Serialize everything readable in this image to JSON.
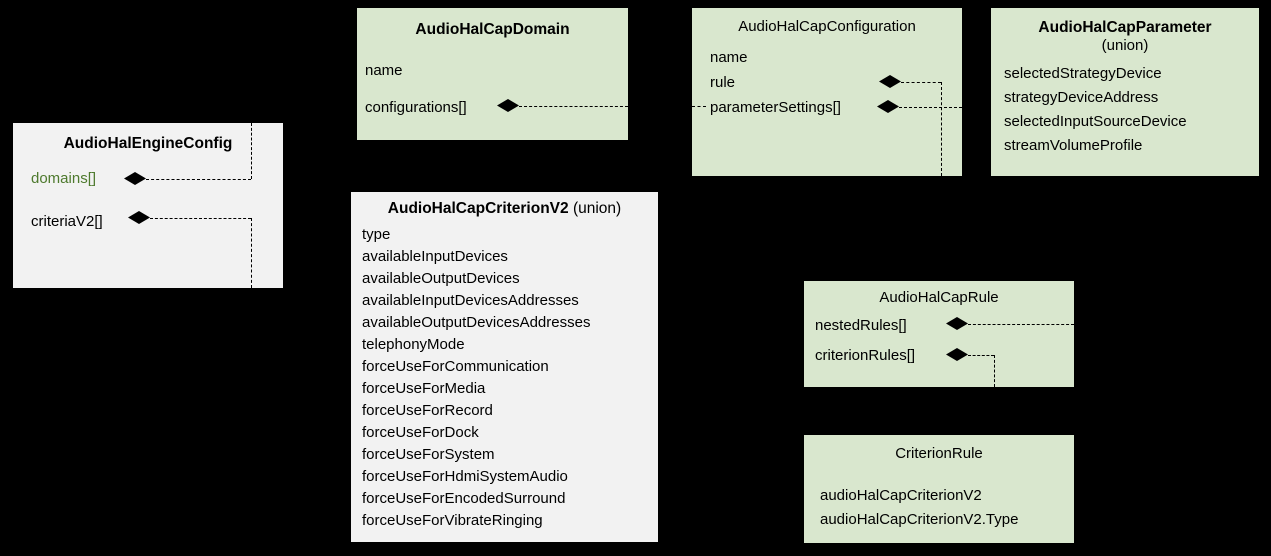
{
  "diagram": {
    "background_color": "#000000",
    "box_gray_color": "#f2f2f2",
    "box_green_color": "#d9e7ce",
    "accent_green_text": "#4e7a2e",
    "line_style": "dashed",
    "relationship_marker": "filled-diamond-composition"
  },
  "boxes": {
    "engine_config": {
      "title": "AudioHalEngineConfig",
      "fields": [
        {
          "label": "domains[]",
          "color": "#4e7a2e",
          "has_diamond": true
        },
        {
          "label": "criteriaV2[]",
          "color": "#000000",
          "has_diamond": true
        }
      ]
    },
    "cap_domain": {
      "title": "AudioHalCapDomain",
      "fields": [
        {
          "label": "name",
          "has_diamond": false
        },
        {
          "label": "configurations[]",
          "has_diamond": true
        }
      ]
    },
    "cap_configuration": {
      "title": "AudioHalCapConfiguration",
      "fields": [
        {
          "label": "name",
          "has_diamond": false
        },
        {
          "label": "rule",
          "has_diamond": true
        },
        {
          "label": "parameterSettings[]",
          "has_diamond": true
        }
      ]
    },
    "cap_parameter": {
      "title": "AudioHalCapParameter",
      "subtitle": "(union)",
      "fields": [
        {
          "label": "selectedStrategyDevice"
        },
        {
          "label": "strategyDeviceAddress"
        },
        {
          "label": "selectedInputSourceDevice"
        },
        {
          "label": "streamVolumeProfile"
        }
      ]
    },
    "cap_criterion_v2": {
      "title": "AudioHalCapCriterionV2",
      "title_suffix": "(union)",
      "fields": [
        {
          "label": "type"
        },
        {
          "label": "availableInputDevices"
        },
        {
          "label": "availableOutputDevices"
        },
        {
          "label": "availableInputDevicesAddresses"
        },
        {
          "label": "availableOutputDevicesAddresses"
        },
        {
          "label": "telephonyMode"
        },
        {
          "label": "forceUseForCommunication"
        },
        {
          "label": "forceUseForMedia"
        },
        {
          "label": "forceUseForRecord"
        },
        {
          "label": "forceUseForDock"
        },
        {
          "label": "forceUseForSystem"
        },
        {
          "label": "forceUseForHdmiSystemAudio"
        },
        {
          "label": "forceUseForEncodedSurround"
        },
        {
          "label": "forceUseForVibrateRinging"
        }
      ]
    },
    "cap_rule": {
      "title": "AudioHalCapRule",
      "fields": [
        {
          "label": "nestedRules[]",
          "has_diamond": true
        },
        {
          "label": "criterionRules[]",
          "has_diamond": true
        }
      ]
    },
    "criterion_rule": {
      "title": "CriterionRule",
      "fields": [
        {
          "label": "audioHalCapCriterionV2"
        },
        {
          "label": "audioHalCapCriterionV2.Type"
        }
      ]
    }
  }
}
